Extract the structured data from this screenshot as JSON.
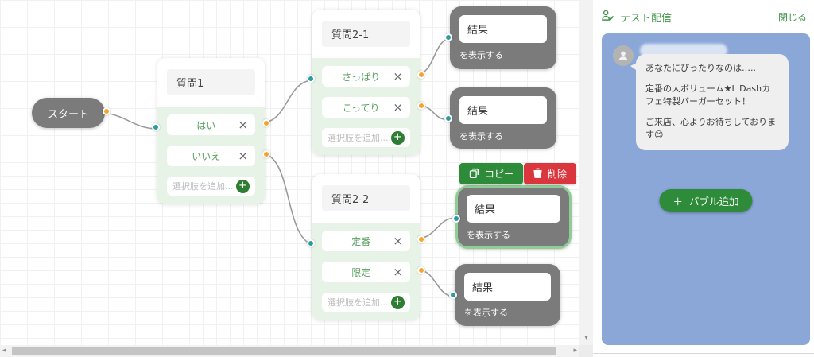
{
  "theme": {
    "green": "#2e8b3a",
    "green_text": "#43974d",
    "red": "#d9363e",
    "orange": "#f7a328",
    "teal": "#279d9d",
    "node_gray": "#7b7b7b",
    "panel_blue": "#8ba7d8"
  },
  "icons": {
    "close": "×",
    "plus": "+",
    "scroll_left": "◂",
    "scroll_right": "▸",
    "scroll_down": "▾"
  },
  "canvas": {
    "start": {
      "label": "スタート"
    },
    "questions": [
      {
        "title": "質問1",
        "options": [
          {
            "label": "はい"
          },
          {
            "label": "いいえ"
          }
        ],
        "add_placeholder": "選択肢を追加..."
      },
      {
        "title": "質問2-1",
        "options": [
          {
            "label": "さっぱり"
          },
          {
            "label": "こってり"
          }
        ],
        "add_placeholder": "選択肢を追加..."
      },
      {
        "title": "質問2-2",
        "options": [
          {
            "label": "定番"
          },
          {
            "label": "限定"
          }
        ],
        "add_placeholder": "選択肢を追加..."
      }
    ],
    "results": [
      {
        "title": "結果",
        "subtitle": "を表示する",
        "selected": false
      },
      {
        "title": "結果",
        "subtitle": "を表示する",
        "selected": false
      },
      {
        "title": "結果",
        "subtitle": "を表示する",
        "selected": true
      },
      {
        "title": "結果",
        "subtitle": "を表示する",
        "selected": false
      }
    ],
    "toolbar": {
      "copy_label": "コピー",
      "delete_label": "削除"
    }
  },
  "preview": {
    "header": {
      "title": "テスト配信",
      "close_label": "閉じる"
    },
    "chat": {
      "bubble_lines": [
        "あなたにぴったりなのは…..",
        "定番の大ボリューム★L Dashカフェ特製バーガーセット！",
        "ご来店、心よりお待ちしております😊"
      ]
    },
    "add_bubble": {
      "plus": "＋",
      "label": "バブル追加"
    }
  }
}
